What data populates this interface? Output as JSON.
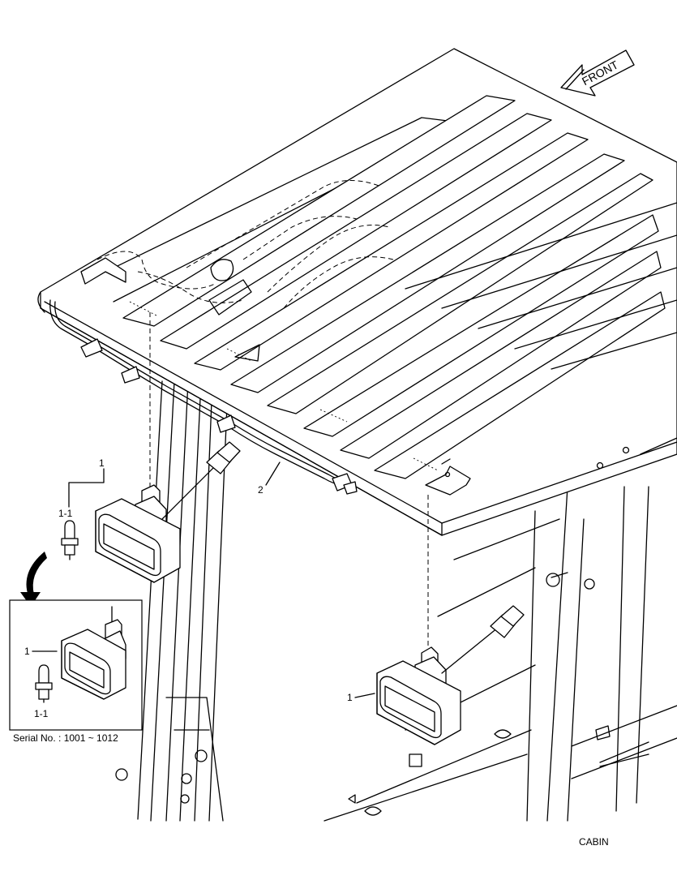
{
  "callouts": {
    "lamp_top_left": "1",
    "bulb_top_left": "1-1",
    "harness": "2",
    "lamp_right": "1",
    "inset_lamp": "1",
    "inset_bulb": "1-1"
  },
  "front_arrow_label": "FRONT",
  "inset_serial": "Serial No. : 1001 ~ 1012",
  "section_label": "CABIN"
}
